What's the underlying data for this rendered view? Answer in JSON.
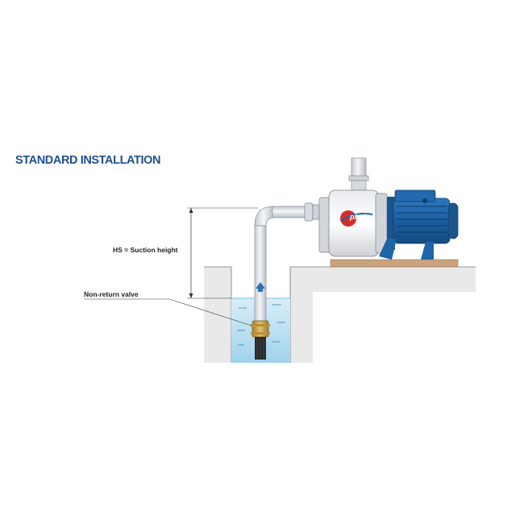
{
  "title": "STANDARD INSTALLATION",
  "labels": {
    "suction_height": "HS = Suction height",
    "non_return_valve": "Non-return valve"
  },
  "pump": {
    "logo_line1": "pluri",
    "logo_line2": "jet"
  },
  "colors": {
    "title": "#1f4f8f",
    "water": "#b8dff0",
    "motor": "#1e64a8",
    "wall": "#e9e9ea",
    "pipe": "#dfe2e6",
    "valve": "#c8a34a",
    "base": "#c9a27e",
    "logo_disc": "#d32d2d"
  },
  "icons": [
    "flow-arrow-icon"
  ]
}
